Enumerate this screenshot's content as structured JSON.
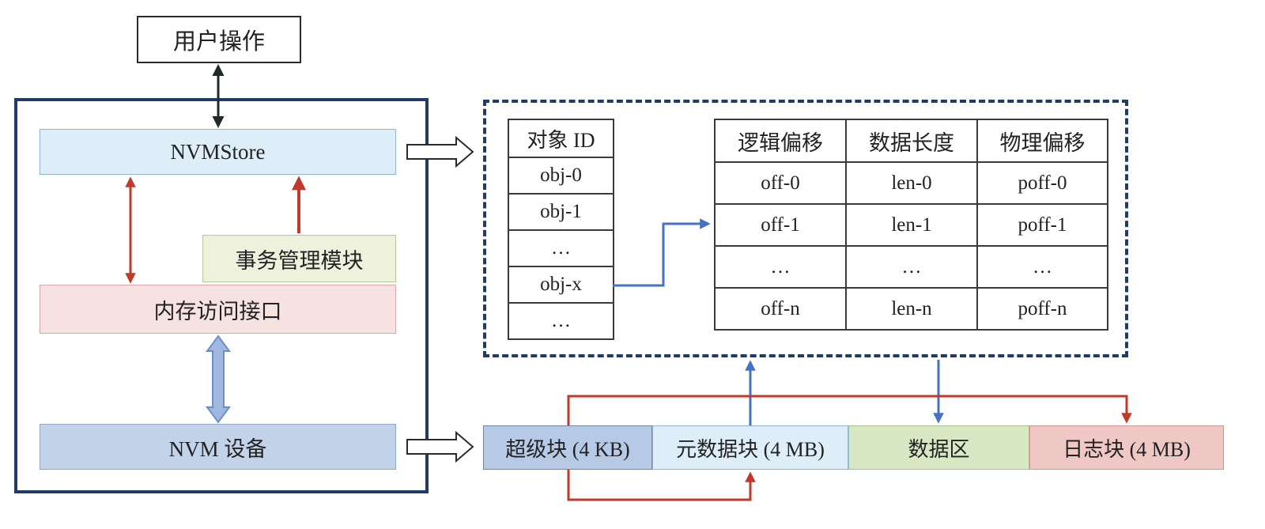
{
  "labels": {
    "user_op": "用户操作",
    "nvmstore": "NVMStore",
    "tx_module": "事务管理模块",
    "mem_iface": "内存访问接口",
    "nvm_device": "NVM 设备"
  },
  "object_table": {
    "header": "对象 ID",
    "rows": [
      "obj-0",
      "obj-1",
      "…",
      "obj-x",
      "…"
    ]
  },
  "mapping_table": {
    "headers": [
      "逻辑偏移",
      "数据长度",
      "物理偏移"
    ],
    "rows": [
      [
        "off-0",
        "len-0",
        "poff-0"
      ],
      [
        "off-1",
        "len-1",
        "poff-1"
      ],
      [
        "…",
        "…",
        "…"
      ],
      [
        "off-n",
        "len-n",
        "poff-n"
      ]
    ]
  },
  "layout": {
    "superblock": "超级块 (4 KB)",
    "metadata": "元数据块 (4 MB)",
    "data": "数据区",
    "log": "日志块 (4 MB)"
  },
  "colors": {
    "frame": "#1f3b66",
    "red_arrow": "#c0392b",
    "blue_arrow": "#4472c4",
    "dark_arrow": "#1e2a2a"
  }
}
